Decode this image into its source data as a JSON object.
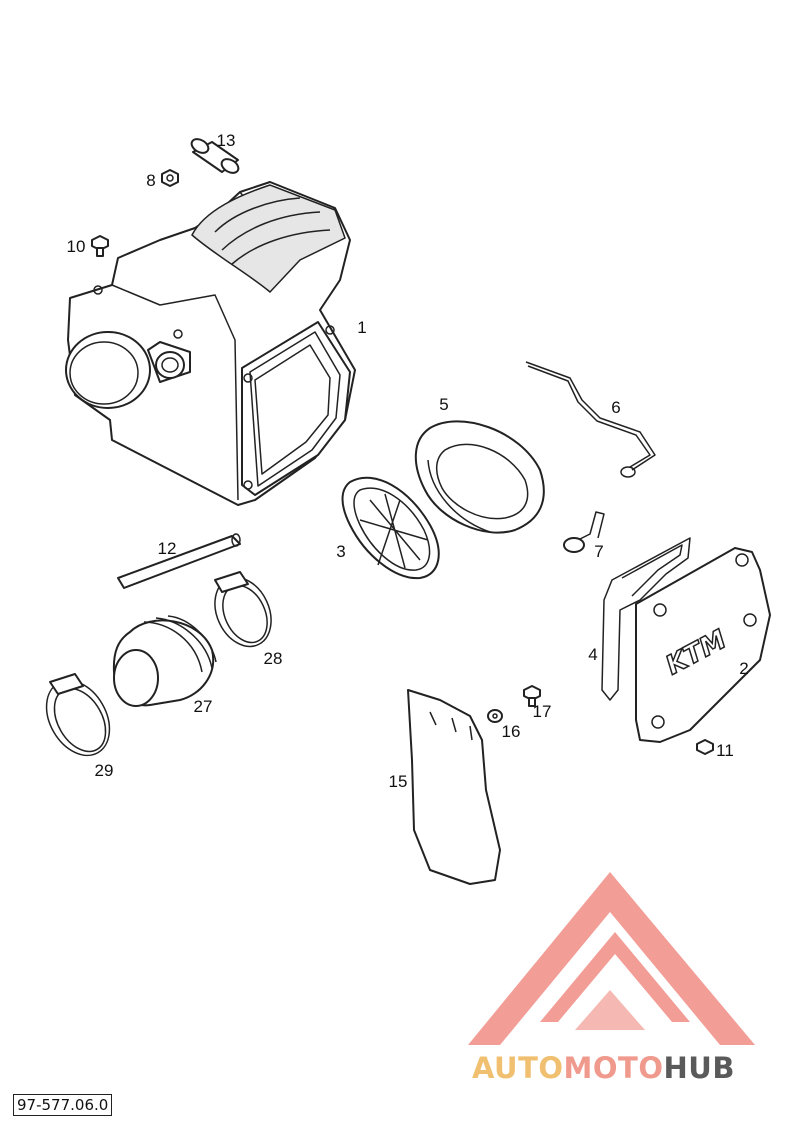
{
  "diagram": {
    "callouts": {
      "p1": "1",
      "p2": "2",
      "p3": "3",
      "p4": "4",
      "p5": "5",
      "p6": "6",
      "p7": "7",
      "p8": "8",
      "p10": "10",
      "p11": "11",
      "p12": "12",
      "p13": "13",
      "p15": "15",
      "p16": "16",
      "p17": "17",
      "p27": "27",
      "p28": "28",
      "p29": "29"
    },
    "decal_text": "KTM",
    "reference_number": "97-577.06.0"
  },
  "watermark": {
    "text_part1": "AUTO",
    "text_part2": "MOTO",
    "text_part3": "HUB",
    "colors": {
      "auto": "#f0c070",
      "moto": "#f09a8e",
      "hub": "#5a5a5a",
      "logo": "#f08c84"
    }
  }
}
